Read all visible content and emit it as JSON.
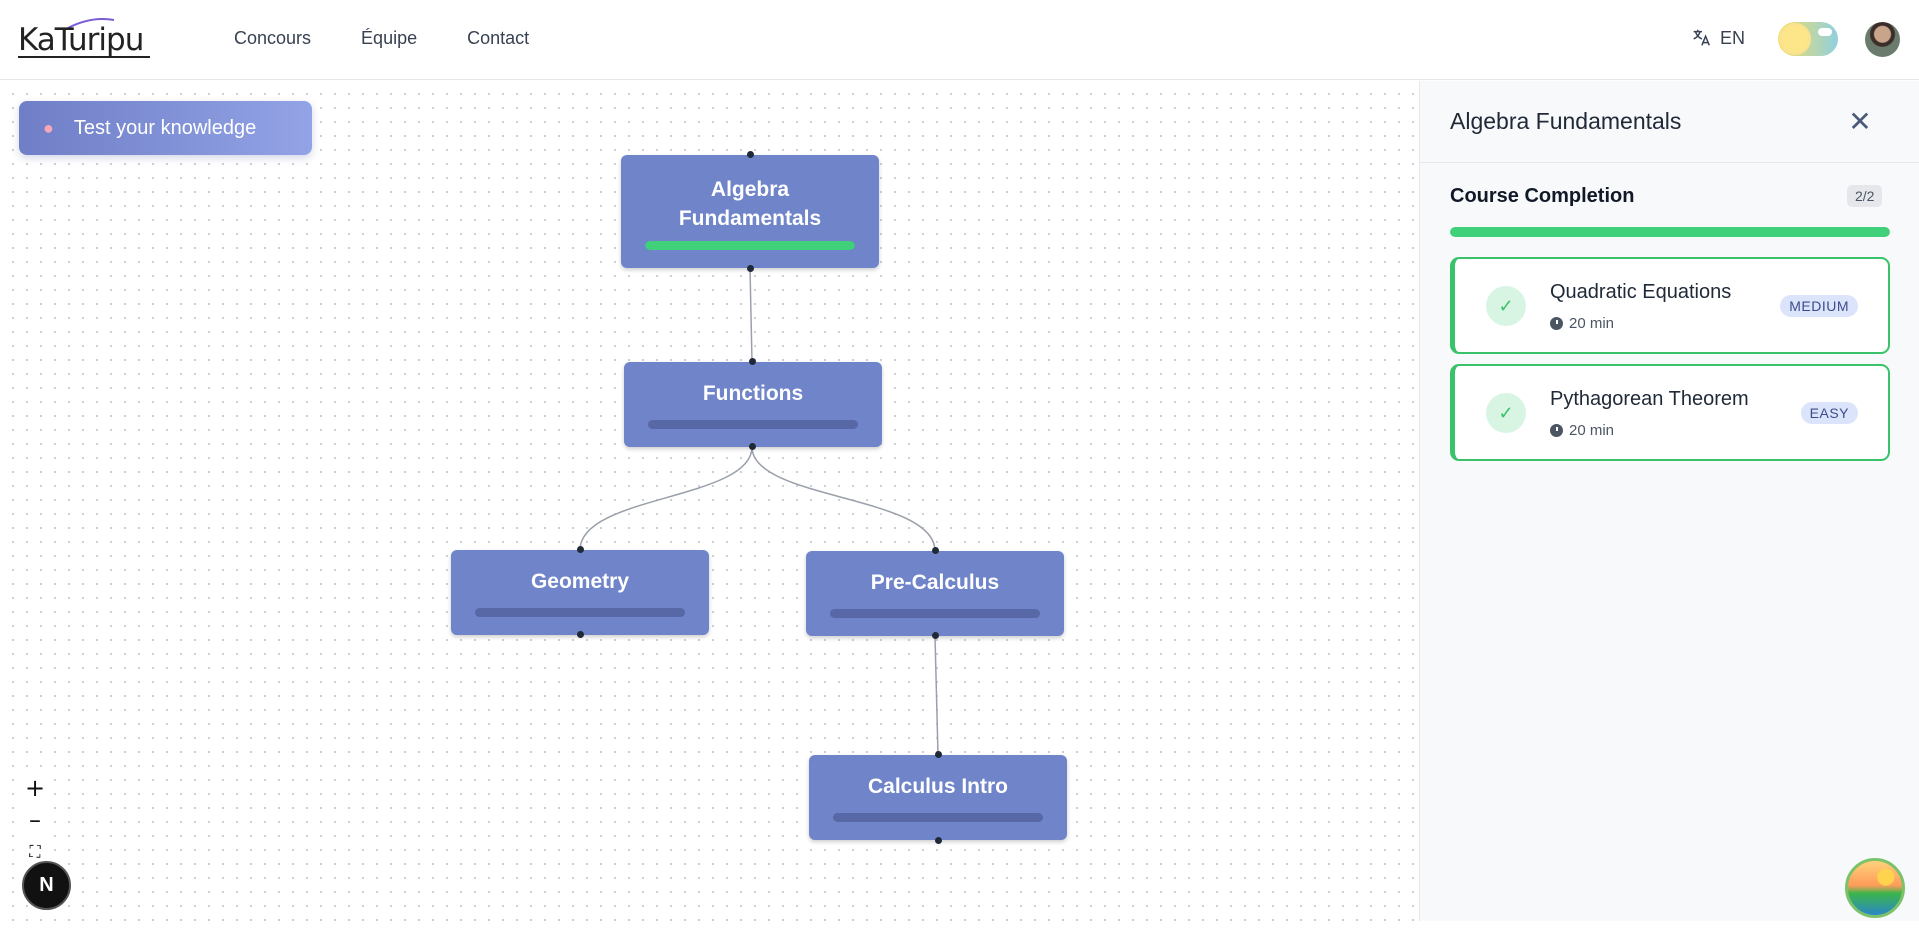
{
  "header": {
    "logo": "KaTuripu",
    "nav": [
      "Concours",
      "Équipe",
      "Contact"
    ],
    "language": "EN"
  },
  "canvas": {
    "quiz_button": "Test your knowledge",
    "nodes": [
      {
        "label": "Algebra Fundamentals",
        "progress": 1.0
      },
      {
        "label": "Functions",
        "progress": 0
      },
      {
        "label": "Geometry",
        "progress": 0
      },
      {
        "label": "Pre-Calculus",
        "progress": 0
      },
      {
        "label": "Calculus Intro",
        "progress": 0
      }
    ],
    "controls": {
      "zoom_in": "+",
      "zoom_out": "–",
      "fit": "⛶",
      "badge": "N"
    }
  },
  "panel": {
    "title": "Algebra Fundamentals",
    "completion_label": "Course Completion",
    "completion_count": "2/2",
    "completion_progress": 1.0,
    "courses": [
      {
        "name": "Quadratic Equations",
        "duration": "20 min",
        "difficulty": "MEDIUM"
      },
      {
        "name": "Pythagorean Theorem",
        "duration": "20 min",
        "difficulty": "EASY"
      }
    ]
  },
  "colors": {
    "accent": "#6f84c9",
    "success": "#40d07a"
  },
  "icons": [
    "translate-icon",
    "theme-toggle",
    "brain-icon",
    "close-icon",
    "check-icon",
    "clock-icon"
  ]
}
